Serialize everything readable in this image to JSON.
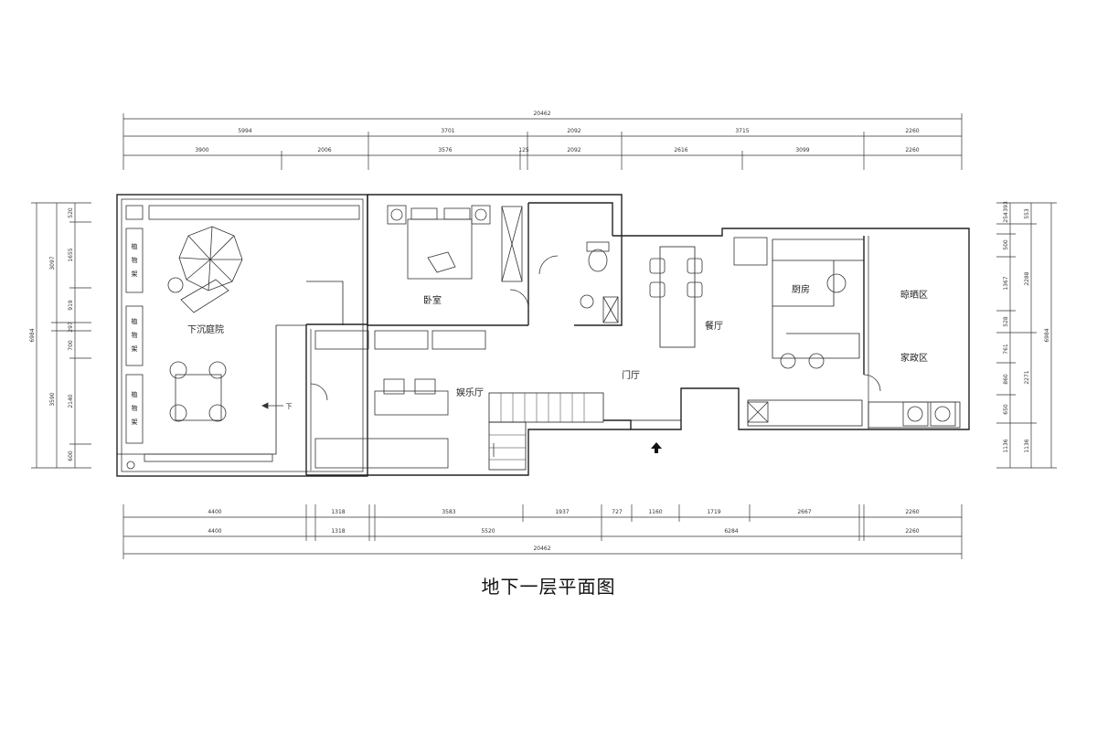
{
  "caption": "地下一层平面图",
  "rooms": {
    "courtyard": "下沉庭院",
    "bedroom": "卧室",
    "recreation": "娱乐厅",
    "foyer": "门厅",
    "dining": "餐厅",
    "kitchen": "厨房",
    "drying": "晾晒区",
    "household": "家政区",
    "down_label": "下"
  },
  "shelves": {
    "shelf1": [
      "植",
      "物",
      "架"
    ],
    "shelf2": [
      "植",
      "物",
      "架"
    ],
    "shelf3": [
      "植",
      "物",
      "架"
    ]
  },
  "dims_top": {
    "total": "20462",
    "row2": [
      "5994",
      "3701",
      "2092",
      "3715",
      "2260"
    ],
    "row3": [
      "3900",
      "2006",
      "3576",
      "125",
      "2092",
      "2616",
      "3099",
      "2260"
    ]
  },
  "dims_bottom": {
    "row1": [
      "4400",
      "1318",
      "3583",
      "1937",
      "727",
      "1160",
      "1719",
      "2667",
      "2260"
    ],
    "row2": [
      "4400",
      "1318",
      "5520",
      "6284",
      "2260"
    ],
    "total": "20462"
  },
  "dims_left": {
    "total": "6984",
    "col2": [
      "3097",
      "3590"
    ],
    "col3": [
      "520",
      "1655",
      "919",
      "297",
      "700",
      "2140",
      "600"
    ]
  },
  "dims_right": {
    "total": "6984",
    "col2": [
      "553",
      "2288",
      "2271",
      "1136"
    ],
    "col3": [
      "393",
      "254",
      "500",
      "1367",
      "528",
      "761",
      "860",
      "650",
      "1136"
    ]
  }
}
